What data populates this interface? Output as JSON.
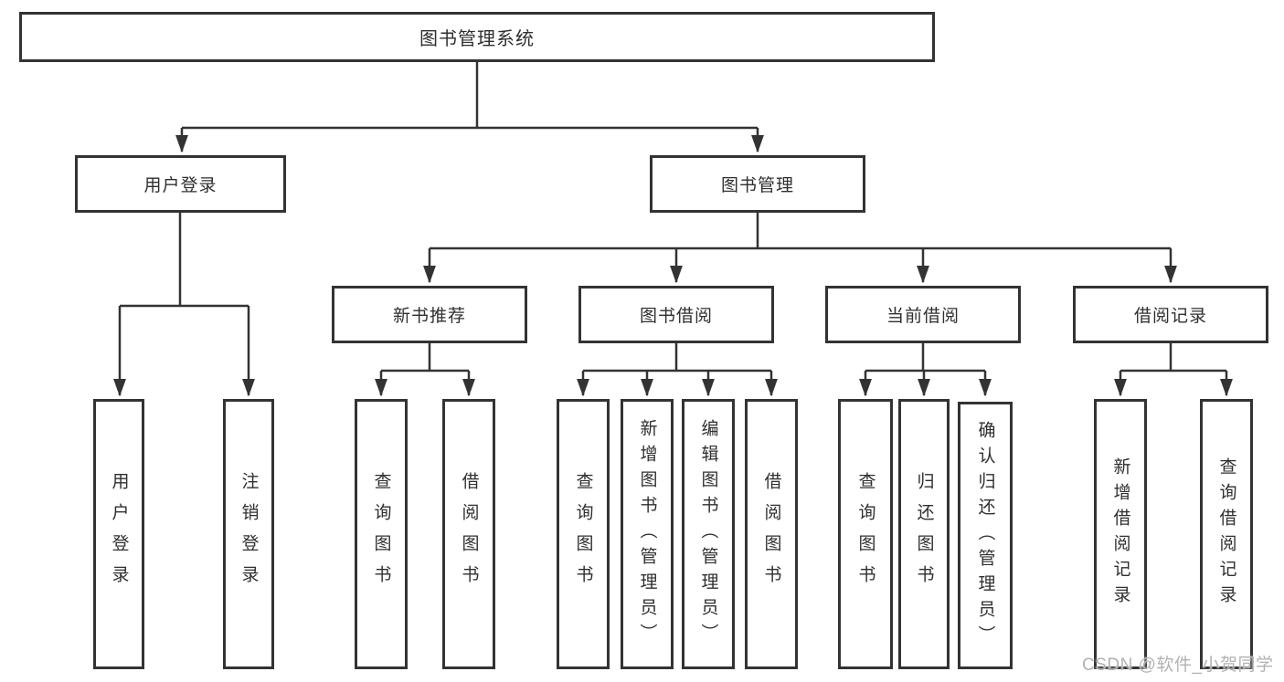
{
  "nodes": {
    "root": {
      "label": "图书管理系统"
    },
    "level2": [
      {
        "label": "用户登录"
      },
      {
        "label": "图书管理"
      }
    ],
    "level3": [
      {
        "label": "新书推荐",
        "parent": "图书管理"
      },
      {
        "label": "图书借阅",
        "parent": "图书管理"
      },
      {
        "label": "当前借阅",
        "parent": "图书管理"
      },
      {
        "label": "借阅记录",
        "parent": "图书管理"
      }
    ],
    "leaves": [
      {
        "label": "用户登录",
        "parent": "用户登录"
      },
      {
        "label": "注销登录",
        "parent": "用户登录"
      },
      {
        "label": "查询图书",
        "parent": "新书推荐"
      },
      {
        "label": "借阅图书",
        "parent": "新书推荐"
      },
      {
        "label": "查询图书",
        "parent": "图书借阅"
      },
      {
        "label": "新增图书（管理员）",
        "parent": "图书借阅"
      },
      {
        "label": "编辑图书（管理员）",
        "parent": "图书借阅"
      },
      {
        "label": "借阅图书",
        "parent": "图书借阅"
      },
      {
        "label": "查询图书",
        "parent": "当前借阅"
      },
      {
        "label": "归还图书",
        "parent": "当前借阅"
      },
      {
        "label": "确认归还（管理员）",
        "parent": "当前借阅"
      },
      {
        "label": "新增借阅记录",
        "parent": "借阅记录"
      },
      {
        "label": "查询借阅记录",
        "parent": "借阅记录"
      }
    ]
  },
  "watermark": {
    "text": "CSDN @软件_小贺同学"
  },
  "colors": {
    "line": "#333333",
    "text": "#2f2f2f",
    "box_background": "#ffffff",
    "page_background": "#ffffff",
    "watermark": "#b2b2b2"
  }
}
